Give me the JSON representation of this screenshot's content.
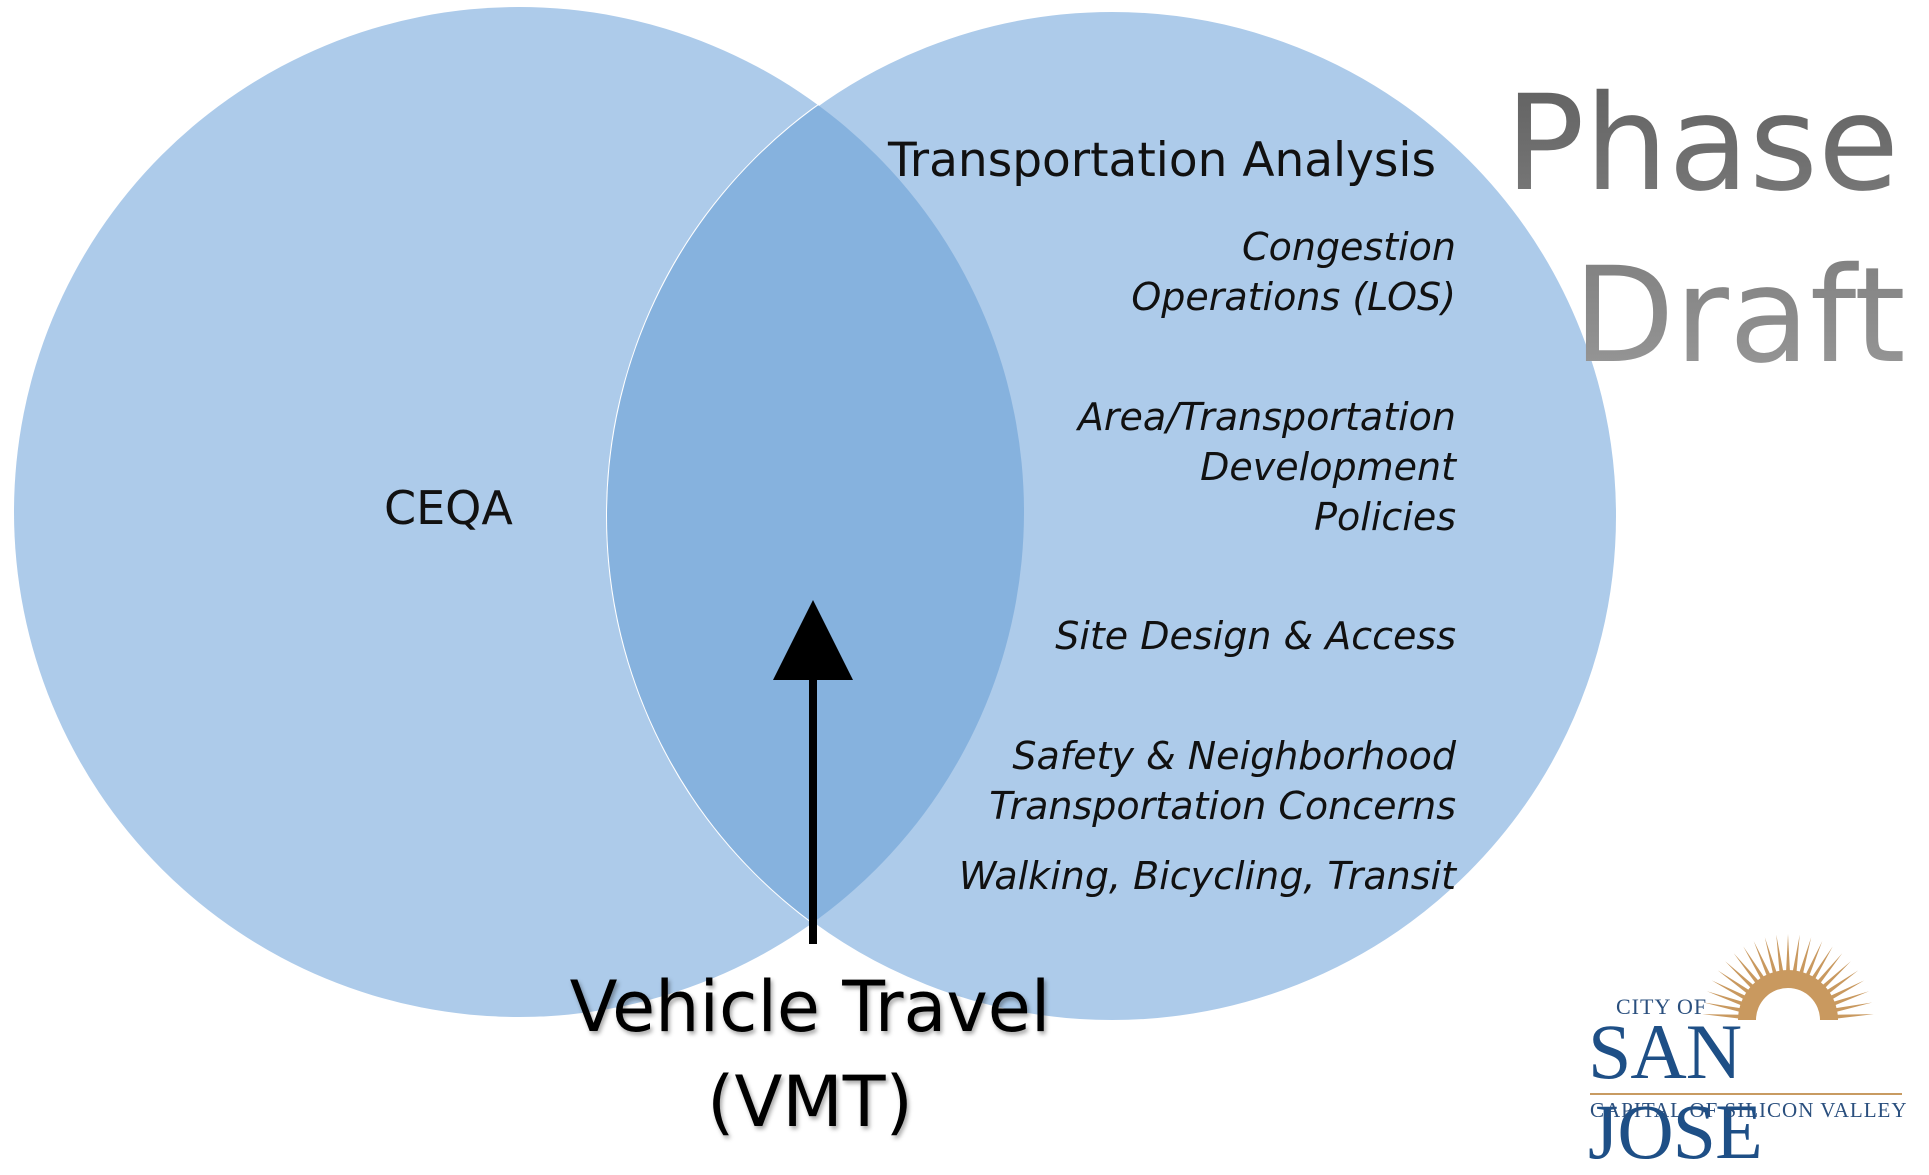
{
  "diagram": {
    "left_circle_label": "CEQA",
    "right_circle_title": "Transportation Analysis",
    "right_circle_items": [
      [
        "Congestion",
        "Operations (LOS)"
      ],
      [
        "Area/Transportation",
        "Development",
        "Policies"
      ],
      [
        "Site Design & Access"
      ],
      [
        "Safety & Neighborhood",
        "Transportation Concerns"
      ],
      [
        "Walking, Bicycling, Transit"
      ]
    ],
    "overlap_label_line1": "Vehicle Travel",
    "overlap_label_line2": "(VMT)",
    "colors": {
      "circle_fill": "#adcbea",
      "overlap_fill": "#86b2de",
      "arrow": "#000000"
    }
  },
  "watermark": {
    "line1": "Phase I",
    "line2": "Draft"
  },
  "logo": {
    "city_of": "CITY OF",
    "name": "SAN JOSE",
    "tagline": "CAPITAL OF SILICON VALLEY",
    "colors": {
      "text": "#1e4f86",
      "sun": "#c9995f"
    }
  }
}
